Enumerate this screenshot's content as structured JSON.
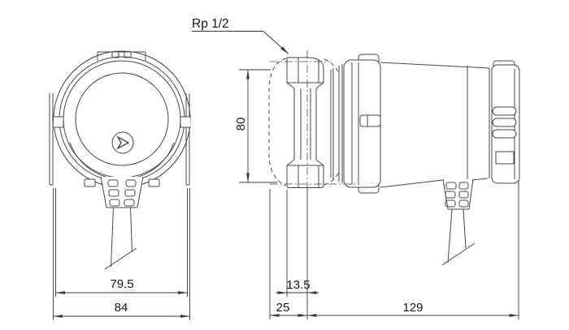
{
  "colors": {
    "line": "#474747",
    "dimension": "#3a3a3a",
    "text": "#161616",
    "background": "#ffffff"
  },
  "annotations": {
    "thread_label": "Rp 1/2"
  },
  "dimensions": {
    "port_height": "80",
    "front_width_inner": "79.5",
    "front_width_outer": "84",
    "port_face_offset": "13.5",
    "port_center_offset": "25",
    "body_length": "129"
  }
}
